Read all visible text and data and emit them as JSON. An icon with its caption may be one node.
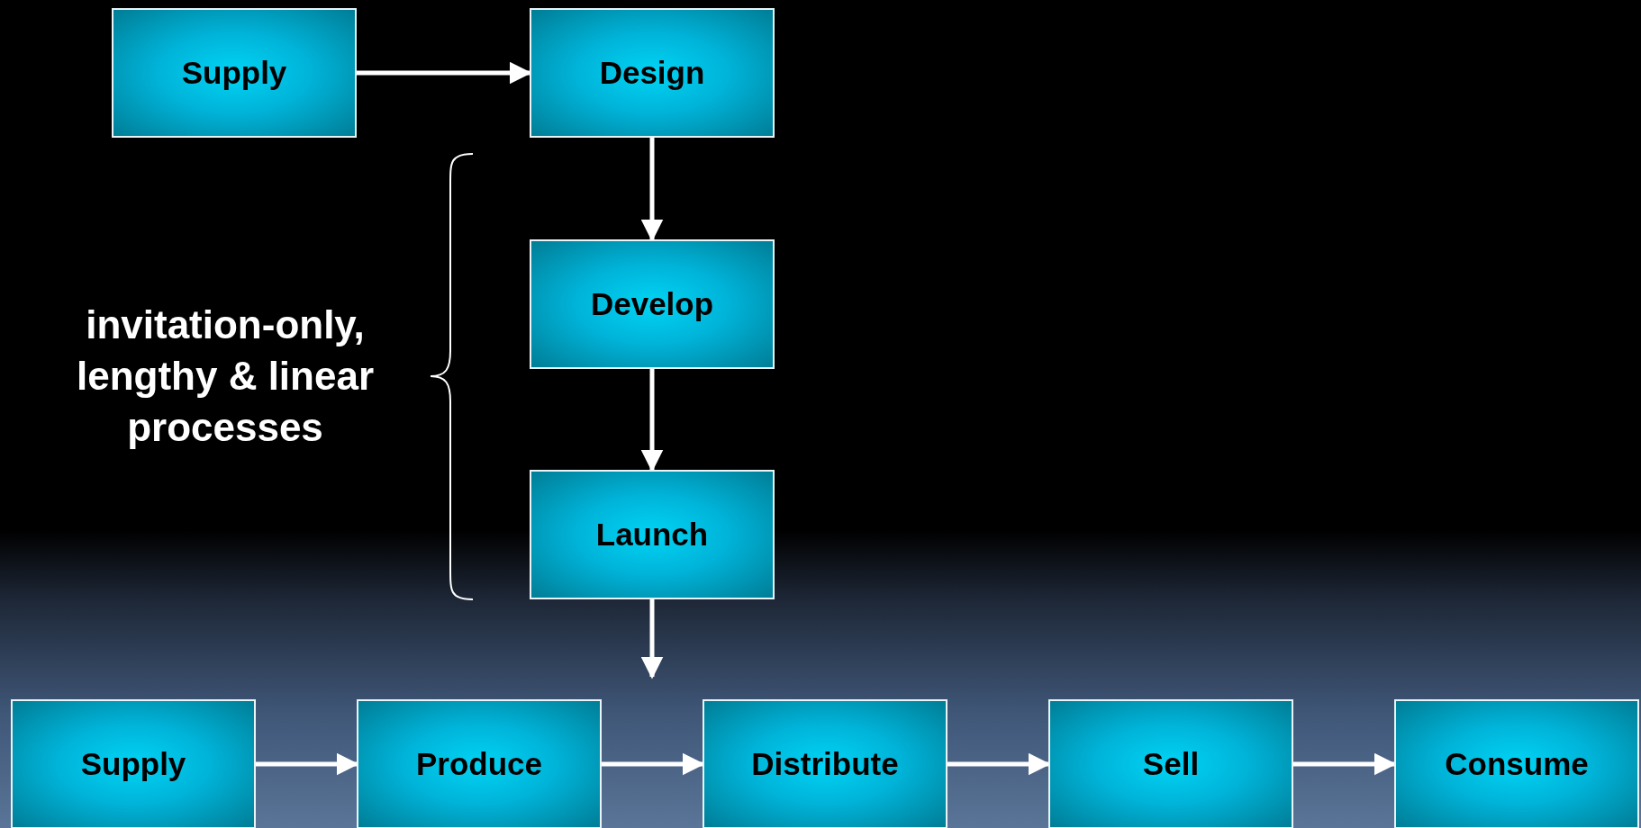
{
  "diagram": {
    "nodes": [
      {
        "text": [
          "Supply"
        ]
      },
      {
        "text": [
          "Design"
        ]
      },
      {
        "text": [
          "Develop"
        ]
      },
      {
        "text": [
          "Launch"
        ]
      },
      {
        "text": [
          "Supply"
        ]
      },
      {
        "text": [
          "Produce"
        ]
      },
      {
        "text": [
          "Distribute"
        ]
      },
      {
        "text": [
          "Sell"
        ]
      },
      {
        "text": [
          "Consume"
        ]
      }
    ],
    "edges": [
      {
        "from": 0,
        "to": 1,
        "arrow": "to"
      },
      {
        "from": 1,
        "to": 2,
        "arrow": "to"
      },
      {
        "from": 2,
        "to": 3,
        "arrow": "to"
      },
      {
        "from": 3,
        "to": null,
        "arrow": "to"
      },
      {
        "from": 4,
        "to": 5,
        "arrow": "to"
      },
      {
        "from": 5,
        "to": 6,
        "arrow": "to"
      },
      {
        "from": 6,
        "to": 7,
        "arrow": "to"
      },
      {
        "from": 7,
        "to": 8,
        "arrow": "to"
      }
    ],
    "labels": [
      "invitation-only, lengthy & linear processes"
    ]
  }
}
